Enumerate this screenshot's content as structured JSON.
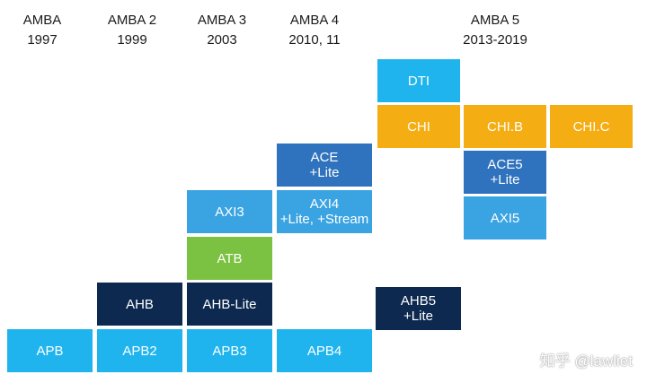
{
  "headers": [
    {
      "name": "AMBA",
      "year": "1997"
    },
    {
      "name": "AMBA 2",
      "year": "1999"
    },
    {
      "name": "AMBA 3",
      "year": "2003"
    },
    {
      "name": "AMBA 4",
      "year": "2010, 11"
    },
    {
      "name": "AMBA 5",
      "year": "2013-2019"
    }
  ],
  "boxes": {
    "apb": "APB",
    "apb2": "APB2",
    "apb3": "APB3",
    "apb4": "APB4",
    "ahb": "AHB",
    "ahb_lite": "AHB-Lite",
    "ahb5": [
      "AHB5",
      "+Lite"
    ],
    "atb": "ATB",
    "axi3": "AXI3",
    "axi4": [
      "AXI4",
      "+Lite, +Stream"
    ],
    "ace": [
      "ACE",
      "+Lite"
    ],
    "ace5": [
      "ACE5",
      "+Lite"
    ],
    "axi5": "AXI5",
    "dti": "DTI",
    "chi": "CHI",
    "chi_b": "CHI.B",
    "chi_c": "CHI.C"
  },
  "colors": {
    "light_blue": "#3aa3e2",
    "bright_blue": "#1fb4ee",
    "mid_blue": "#2f72bd",
    "dark_navy": "#0d2950",
    "orange": "#f5ad14",
    "green": "#7cc242"
  },
  "watermark": "知乎 @lawliet"
}
